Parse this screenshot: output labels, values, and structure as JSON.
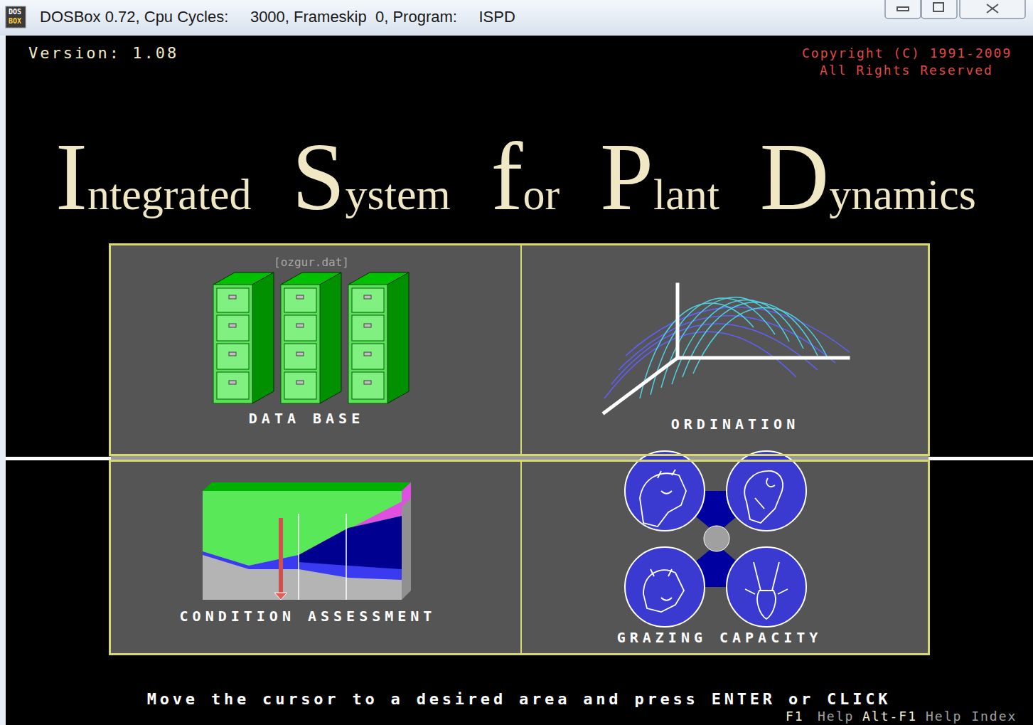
{
  "diagram": {
    "title": "Integrated System for Plant Dynamics",
    "nodes": [
      {
        "text": [
          "DOSBox 0.72, Cpu Cycles:     3000, Frameskip  0, Program:     ISPD"
        ]
      },
      {
        "text": [
          "[ozgur.dat]",
          "DATA BASE"
        ]
      },
      {
        "text": [
          "ORDINATION"
        ]
      },
      {
        "text": [
          "CONDITION ASSESSMENT"
        ]
      },
      {
        "text": [
          "GRAZING CAPACITY"
        ]
      }
    ],
    "edges": [],
    "labels": [
      "DOS",
      "BOX",
      "Version: 1.08",
      "Copyright (C) 1991-2009",
      "All Rights Reserved",
      "Move the cursor to a desired area and press ENTER or CLICK",
      "F1",
      "Help",
      "Alt-F1",
      "Help Index"
    ]
  }
}
